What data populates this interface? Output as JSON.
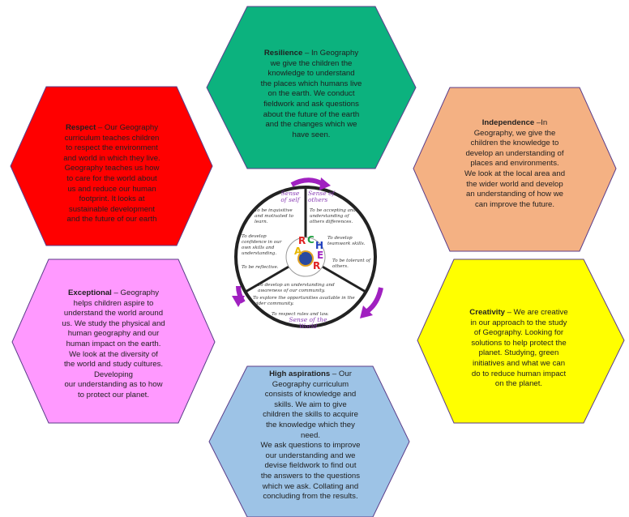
{
  "hexagons": {
    "resilience": {
      "title": "Resilience",
      "body": " – In Geography\nwe give the children the\nknowledge to understand\nthe places which humans live\non the earth. We conduct\nfieldwork and ask questions\nabout the future of the earth\nand the changes which we\nhave seen.",
      "color": "#0cb27e"
    },
    "respect": {
      "title": "Respect",
      "body": " – Our Geography\ncurriculum teaches children\nto respect the environment\nand world in which they live.\nGeography teaches us how\nto care for the world about\nus and reduce our human\nfootprint. It looks at\nsustainable development\nand the future of our earth",
      "color": "#ff0000"
    },
    "independence": {
      "title": "Independence",
      "body": " –In\nGeography, we give the\nchildren the knowledge to\ndevelop an understanding of\nplaces and environments.\nWe look at the local area and\nthe wider world and develop\nan understanding of how we\ncan improve the future.",
      "color": "#f4b183"
    },
    "exceptional": {
      "title": "Exceptional",
      "body": " – Geography\nhelps children aspire to\nunderstand the world around\nus. We study the physical and\nhuman geography and our\nhuman impact on the earth.\nWe look at the diversity of\nthe world and study cultures.\nDeveloping\nour understanding as to how\nto protect our planet.",
      "color": "#ff99ff"
    },
    "creativity": {
      "title": "Creativity",
      "body": " – We are creative\nin our approach to the study\nof Geography. Looking for\nsolutions to help protect the\nplanet. Studying, green\ninitiatives and what we can\ndo to reduce human impact\non the planet.",
      "color": "#ffff00"
    },
    "high_aspirations": {
      "title": "High aspirations",
      "body": " – Our\nGeography curriculum\nconsists of knowledge and\nskills. We aim to give\nchildren the skills to acquire\nthe knowledge which they\nneed.\nWe ask questions to improve\nour understanding and we\ndevise fieldwork to find out\nthe answers to the questions\nwhich we ask. Collating and\nconcluding from the results.",
      "color": "#9dc3e6"
    }
  },
  "wheel": {
    "sense_self": "Sense\nof self",
    "sense_others": "Sense of\nothers",
    "sense_world": "Sense of the\nWorld",
    "letters": [
      "A",
      "R",
      "C",
      "H",
      "E",
      "R"
    ],
    "labels": {
      "inquisitive": "To be inquisitive\nand motivated to\nlearn.",
      "confidence": "To develop\nconfidence in our\nown skills and\nunderstanding.",
      "reflective": "To be reflective.",
      "accepting": "To be accepting and\nunderstanding of\nothers differences.",
      "teamwork": "To develop\nteamwork skills.",
      "tolerant": "To be tolerant of\nothers.",
      "community": "To develop an understanding and\nawareness of our community.",
      "opportunities": "To explore the opportunities available in the\nwider community.",
      "rules": "To respect rules and law."
    },
    "arrow_color": "#a020c0"
  }
}
